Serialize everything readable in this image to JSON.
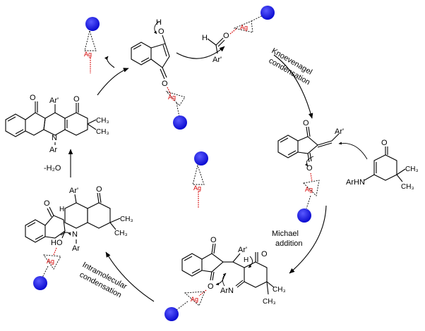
{
  "labels": {
    "step1_line1": "Knoevenagel",
    "step1_line2": "condensation",
    "step2_line1": "Michael",
    "step2_line2": "addition",
    "step3_line1": "Intramolecular",
    "step3_line2": "condensation",
    "step4": "-H₂O",
    "ag": "Ag",
    "atoms": {
      "O": "O",
      "H": "H",
      "Ar_prime": "Ar'",
      "Ar": "Ar",
      "N": "N",
      "ArHN": "ArHN",
      "ArN": "ArN",
      "HO": "HO",
      "CH3": "CH₃"
    }
  },
  "colors": {
    "catalyst_sphere": "#1010e0",
    "silver_label": "#d40000",
    "bonds": "#000000"
  }
}
